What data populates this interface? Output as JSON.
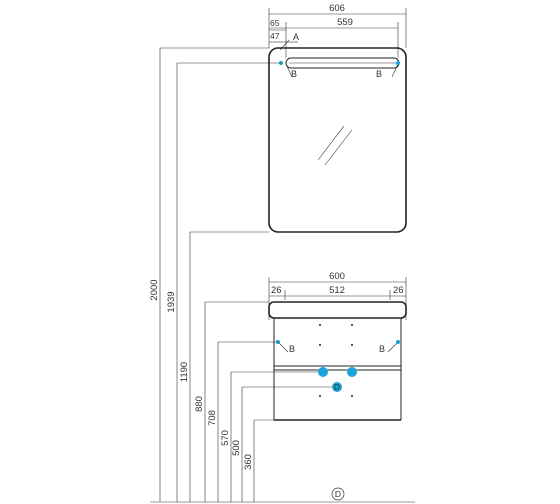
{
  "colors": {
    "line": "#222222",
    "accent": "#1aa3d6"
  },
  "mirror": {
    "width_total": "606",
    "width_inner": "559",
    "offset_a": "65",
    "offset_b": "47",
    "point_label": "A",
    "fixing_left": "B",
    "fixing_right": "B"
  },
  "cabinet": {
    "width_total": "600",
    "width_inner": "512",
    "side_left": "26",
    "side_right": "26",
    "fixing_left": "B",
    "fixing_right": "B",
    "point_label": "D"
  },
  "heights": [
    "2000",
    "1939",
    "1190",
    "880",
    "708",
    "570",
    "500",
    "360"
  ],
  "floor_marker": "D"
}
